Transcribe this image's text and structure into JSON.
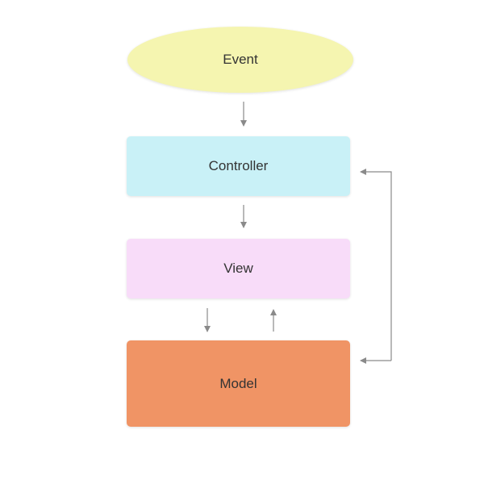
{
  "diagram": {
    "nodes": {
      "event": {
        "label": "Event",
        "color": "#f5f5b0"
      },
      "controller": {
        "label": "Controller",
        "color": "#c9f1f7"
      },
      "view": {
        "label": "View",
        "color": "#f8dcf9"
      },
      "model": {
        "label": "Model",
        "color": "#f09465"
      }
    },
    "edges": [
      {
        "from": "event",
        "to": "controller"
      },
      {
        "from": "controller",
        "to": "view"
      },
      {
        "from": "view",
        "to": "model"
      },
      {
        "from": "model",
        "to": "view"
      },
      {
        "from": "model",
        "to": "controller"
      },
      {
        "from": "controller",
        "to": "model"
      }
    ],
    "edge_color": "#8a8a8a"
  }
}
